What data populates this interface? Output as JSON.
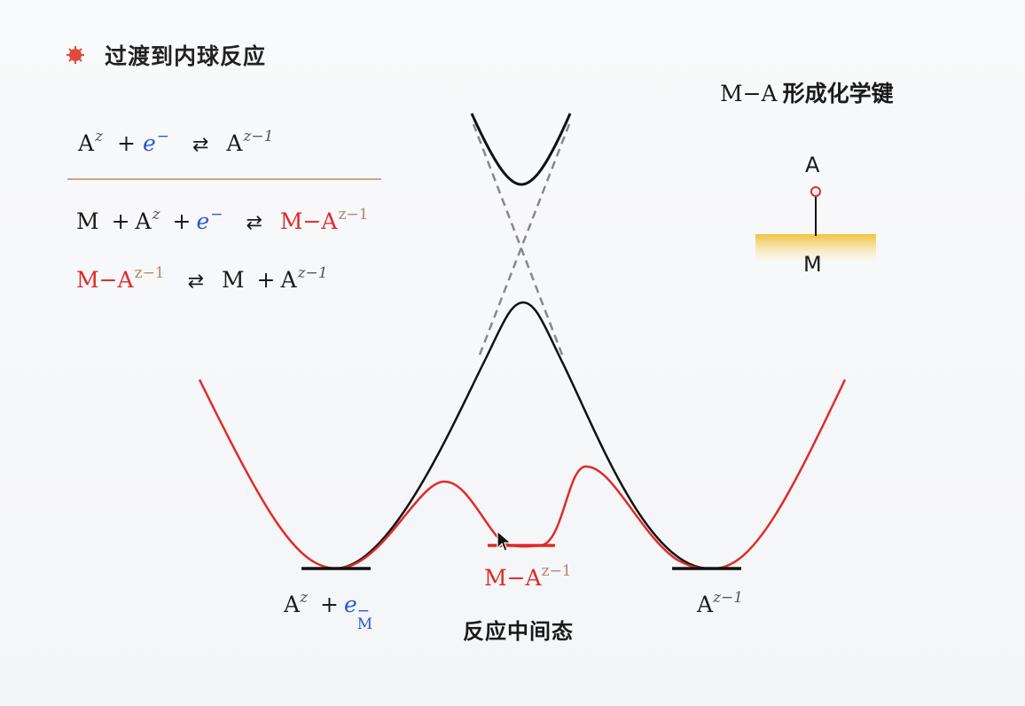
{
  "heading": "过渡到内球反应",
  "equations": {
    "eq1": {
      "a": "A",
      "z": "z",
      "plus": "+",
      "e": "e",
      "minus": "−",
      "arrow": "⇄",
      "rhs": "A",
      "rhs_sup": "z−1"
    },
    "eq2": {
      "m": "M",
      "plus1": "+",
      "a": "A",
      "z": "z",
      "plus2": "+",
      "e": "e",
      "minus": "−",
      "arrow": "⇄",
      "rhs": "M−A",
      "rhs_sup": "z−1"
    },
    "eq3": {
      "lhs": "M−A",
      "lhs_sup": "z−1",
      "arrow": "⇄",
      "m": "M",
      "plus": "+",
      "a": "A",
      "a_sup": "z−1"
    }
  },
  "bond_panel": {
    "title_prefix": "M−A",
    "title_cn": "形成化学键",
    "atom_top": "A",
    "atom_bottom": "M"
  },
  "curve_labels": {
    "left": {
      "a": "A",
      "z": "z",
      "plus": "+",
      "e": "e",
      "minus": "−",
      "sub": "M"
    },
    "middle": {
      "text": "M−A",
      "sup": "z−1"
    },
    "right": {
      "text": "A",
      "sup": "z−1"
    },
    "middle_caption": "反应中间态"
  },
  "colors": {
    "red": "#e02a2a",
    "blue": "#2a55d6",
    "brown": "#b08a6a",
    "gold": "#f0c23a",
    "divider": "#c8a887"
  }
}
